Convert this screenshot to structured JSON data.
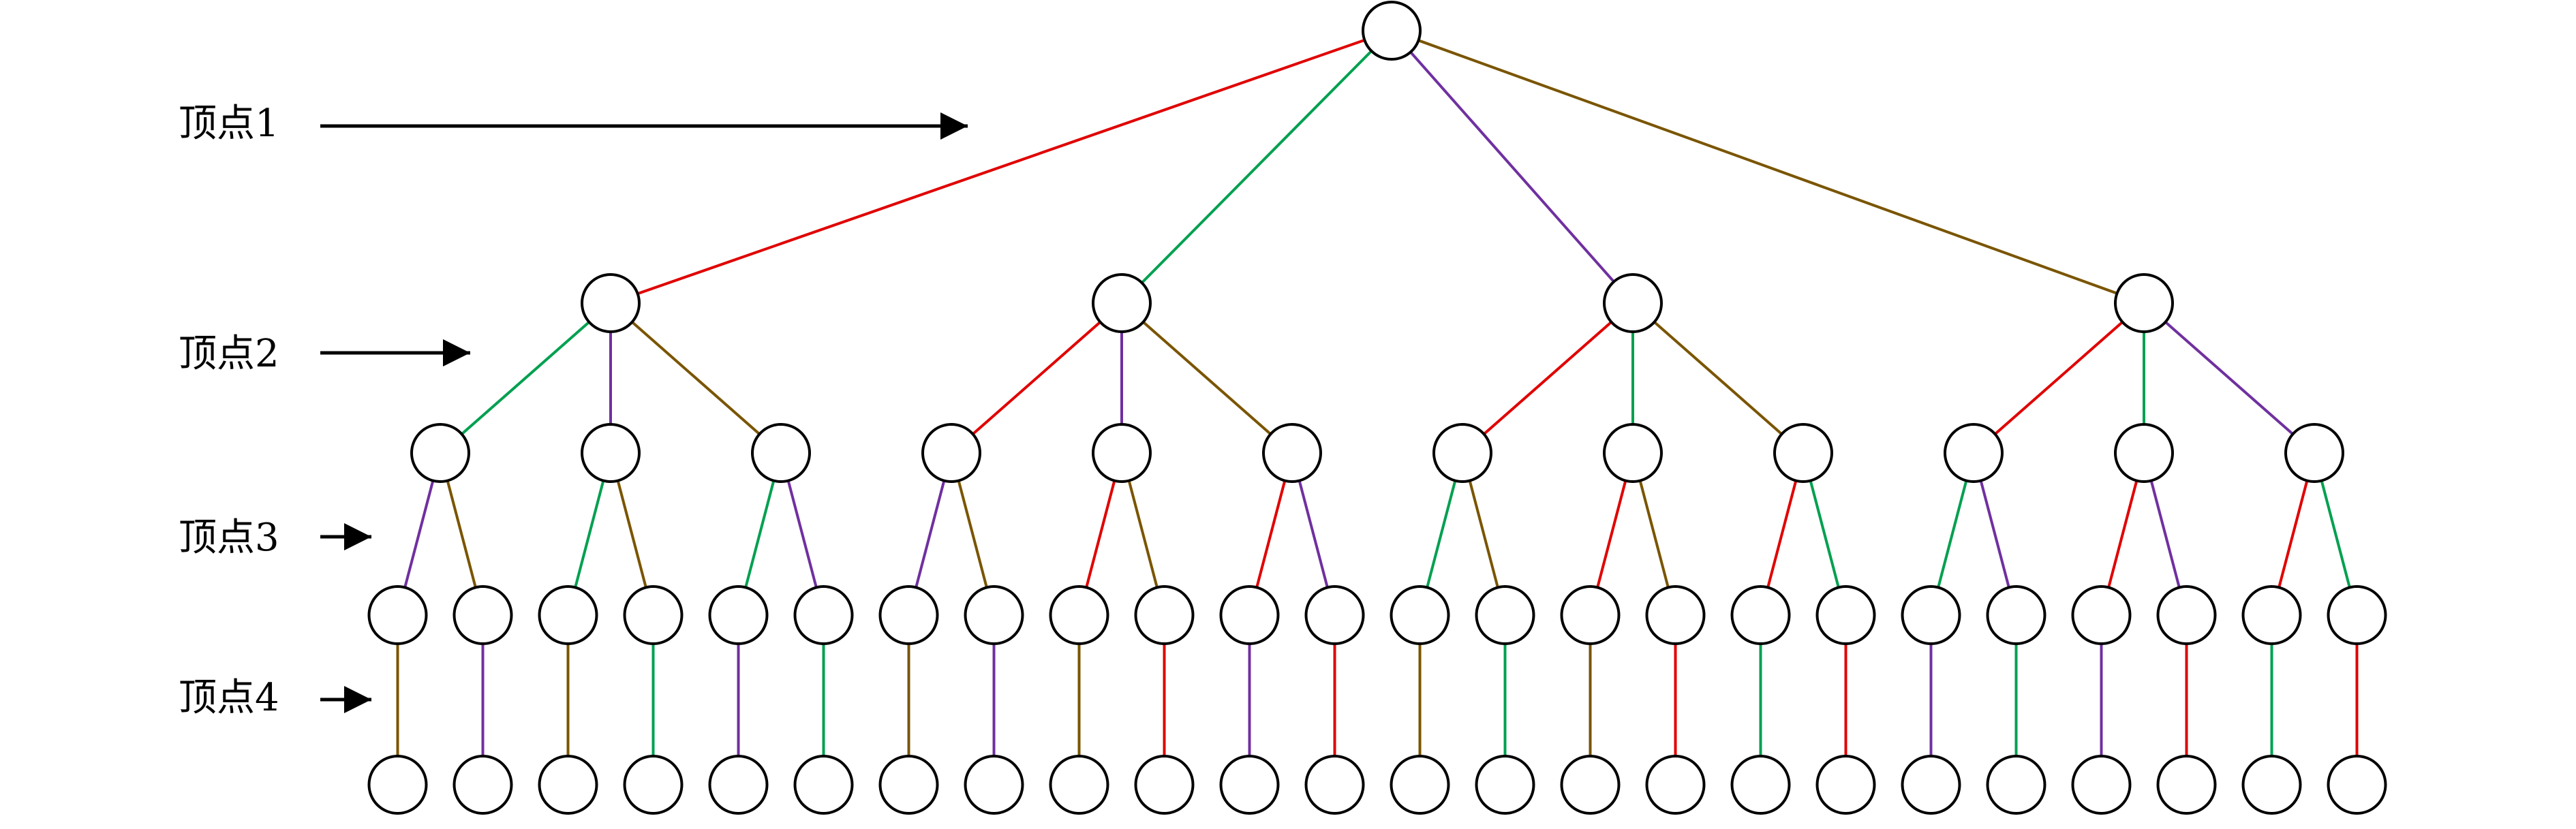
{
  "colors": {
    "red": "#e00000",
    "green": "#00a050",
    "purple": "#7030a0",
    "brown": "#7a5500",
    "node_stroke": "#000000",
    "node_fill": "#ffffff"
  },
  "level_labels": [
    "顶点1",
    "顶点2",
    "顶点3",
    "顶点4"
  ],
  "tree": {
    "level2_edges": [
      "red",
      "green",
      "purple",
      "brown"
    ],
    "level2_children": [
      {
        "edges": [
          "green",
          "purple",
          "brown"
        ],
        "children": [
          {
            "edges": [
              "purple",
              "brown"
            ],
            "leaf_edges": [
              "brown",
              "purple"
            ]
          },
          {
            "edges": [
              "green",
              "brown"
            ],
            "leaf_edges": [
              "brown",
              "green"
            ]
          },
          {
            "edges": [
              "green",
              "purple"
            ],
            "leaf_edges": [
              "purple",
              "green"
            ]
          }
        ]
      },
      {
        "edges": [
          "red",
          "purple",
          "brown"
        ],
        "children": [
          {
            "edges": [
              "purple",
              "brown"
            ],
            "leaf_edges": [
              "brown",
              "purple"
            ]
          },
          {
            "edges": [
              "red",
              "brown"
            ],
            "leaf_edges": [
              "brown",
              "red"
            ]
          },
          {
            "edges": [
              "red",
              "purple"
            ],
            "leaf_edges": [
              "purple",
              "red"
            ]
          }
        ]
      },
      {
        "edges": [
          "red",
          "green",
          "brown"
        ],
        "children": [
          {
            "edges": [
              "green",
              "brown"
            ],
            "leaf_edges": [
              "brown",
              "green"
            ]
          },
          {
            "edges": [
              "red",
              "brown"
            ],
            "leaf_edges": [
              "brown",
              "red"
            ]
          },
          {
            "edges": [
              "red",
              "green"
            ],
            "leaf_edges": [
              "green",
              "red"
            ]
          }
        ]
      },
      {
        "edges": [
          "red",
          "green",
          "purple"
        ],
        "children": [
          {
            "edges": [
              "green",
              "purple"
            ],
            "leaf_edges": [
              "purple",
              "green"
            ]
          },
          {
            "edges": [
              "red",
              "purple"
            ],
            "leaf_edges": [
              "purple",
              "red"
            ]
          },
          {
            "edges": [
              "red",
              "green"
            ],
            "leaf_edges": [
              "green",
              "red"
            ]
          }
        ]
      }
    ]
  }
}
